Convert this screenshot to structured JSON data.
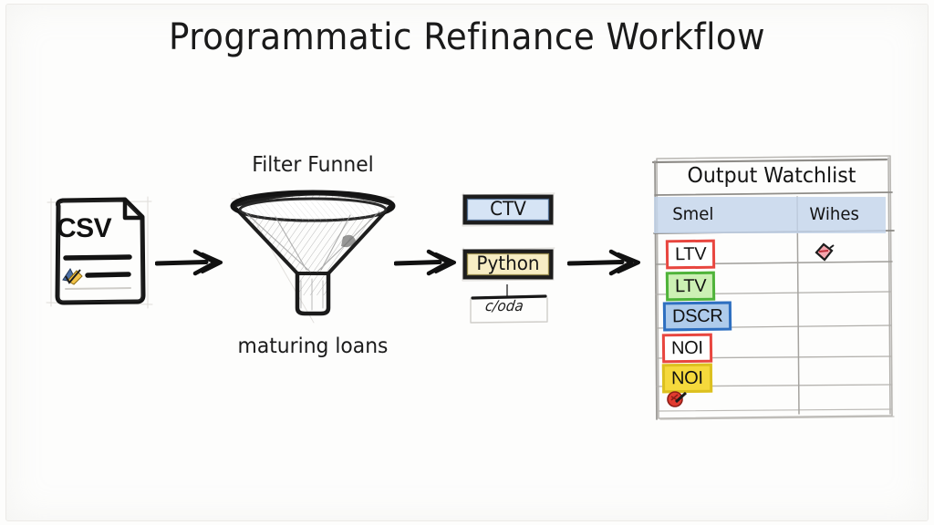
{
  "page": {
    "title": "Programmatic Refinance Workflow",
    "background_color": "#fdfdfc",
    "ink_color": "#1a1a1a",
    "style": "hand-drawn sketch"
  },
  "nodes": {
    "source": {
      "name": "csv-file",
      "label": "CSV",
      "icon": "csv-file-icon",
      "mini_icon": "chart-book-icon"
    },
    "funnel": {
      "name": "filter-funnel",
      "top_label": "Filter Funnel",
      "bottom_label": "maturing loans",
      "icon": "funnel-icon"
    },
    "code": {
      "name": "code-stack",
      "chips": [
        {
          "label": "CTV",
          "fill": "#d6e4f5",
          "border": "#1f1f1f"
        },
        {
          "label": "Python",
          "fill": "#f7edc4",
          "border": "#1f1f1f"
        }
      ],
      "caption": "c/oda"
    },
    "table": {
      "name": "output-watchlist",
      "title": "Output Watchlist",
      "header_fill": "#c3d4ea",
      "columns": [
        "Smel",
        "Wihes"
      ],
      "rows": [
        {
          "metric": "LTV",
          "metric_fill": "#ffffff",
          "metric_border": "#e8463f",
          "note_icon": "pink-diamond-icon"
        },
        {
          "metric": "LTV",
          "metric_fill": "#ccf0b4",
          "metric_border": "#4fb33a",
          "note_icon": ""
        },
        {
          "metric": "DSCR",
          "metric_fill": "#aecbeb",
          "metric_border": "#2e6fc0",
          "note_icon": ""
        },
        {
          "metric": "NOI",
          "metric_fill": "#ffffff",
          "metric_border": "#e8463f",
          "note_icon": ""
        },
        {
          "metric": "NOI",
          "metric_fill": "#f5d93c",
          "metric_border": "#dcc01f",
          "note_icon": ""
        },
        {
          "metric": "",
          "metric_fill": "",
          "metric_border": "",
          "note_icon": "red-stamp-icon"
        }
      ]
    }
  },
  "arrows": [
    {
      "name": "arrow-csv-to-funnel",
      "from": "csv-file",
      "to": "filter-funnel"
    },
    {
      "name": "arrow-funnel-to-code",
      "from": "filter-funnel",
      "to": "code-stack"
    },
    {
      "name": "arrow-code-to-table",
      "from": "code-stack",
      "to": "output-watchlist"
    }
  ]
}
